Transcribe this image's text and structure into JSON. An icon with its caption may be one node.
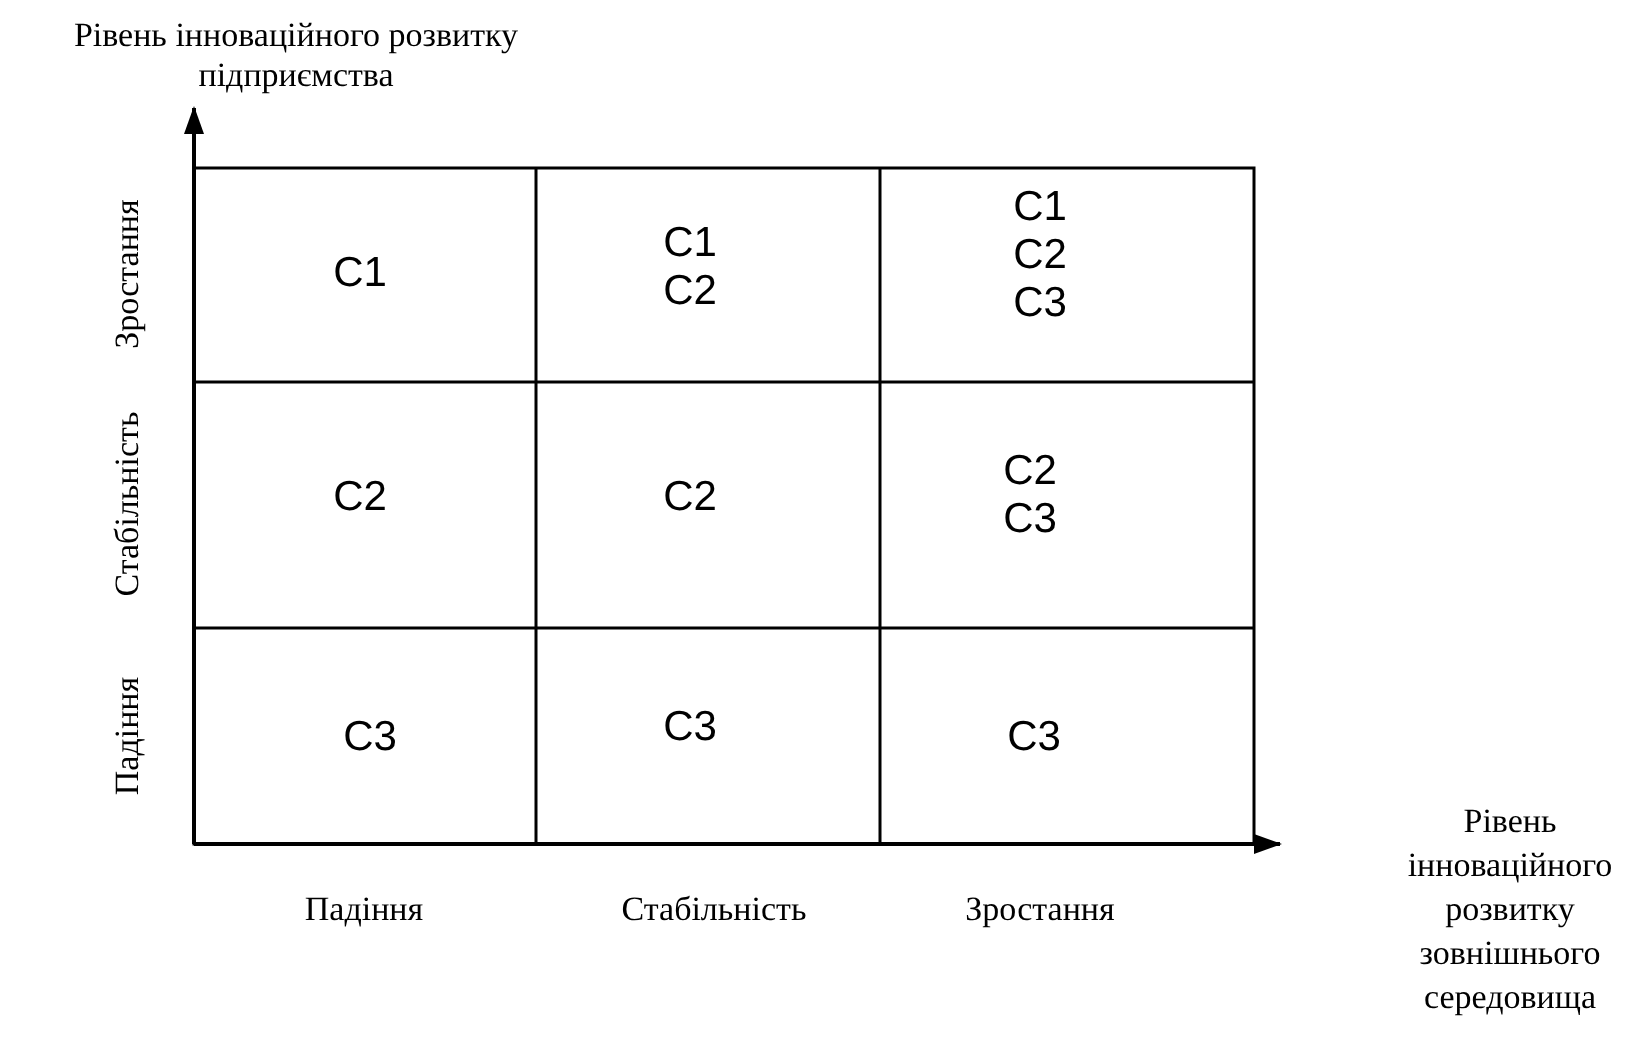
{
  "diagram": {
    "labels": [
      "Рівень інноваційного розвитку підприємства",
      "Зростання",
      "C1",
      "C1 C2",
      "C1 C2 C3",
      "Стабільність",
      "C2",
      "C2",
      "C2 C3",
      "Падіння",
      "C3",
      "C3",
      "C3",
      "Падіння",
      "Стабільність",
      "Зростання",
      "Рівень інноваційного розвитку зовнішнього середовища"
    ]
  }
}
